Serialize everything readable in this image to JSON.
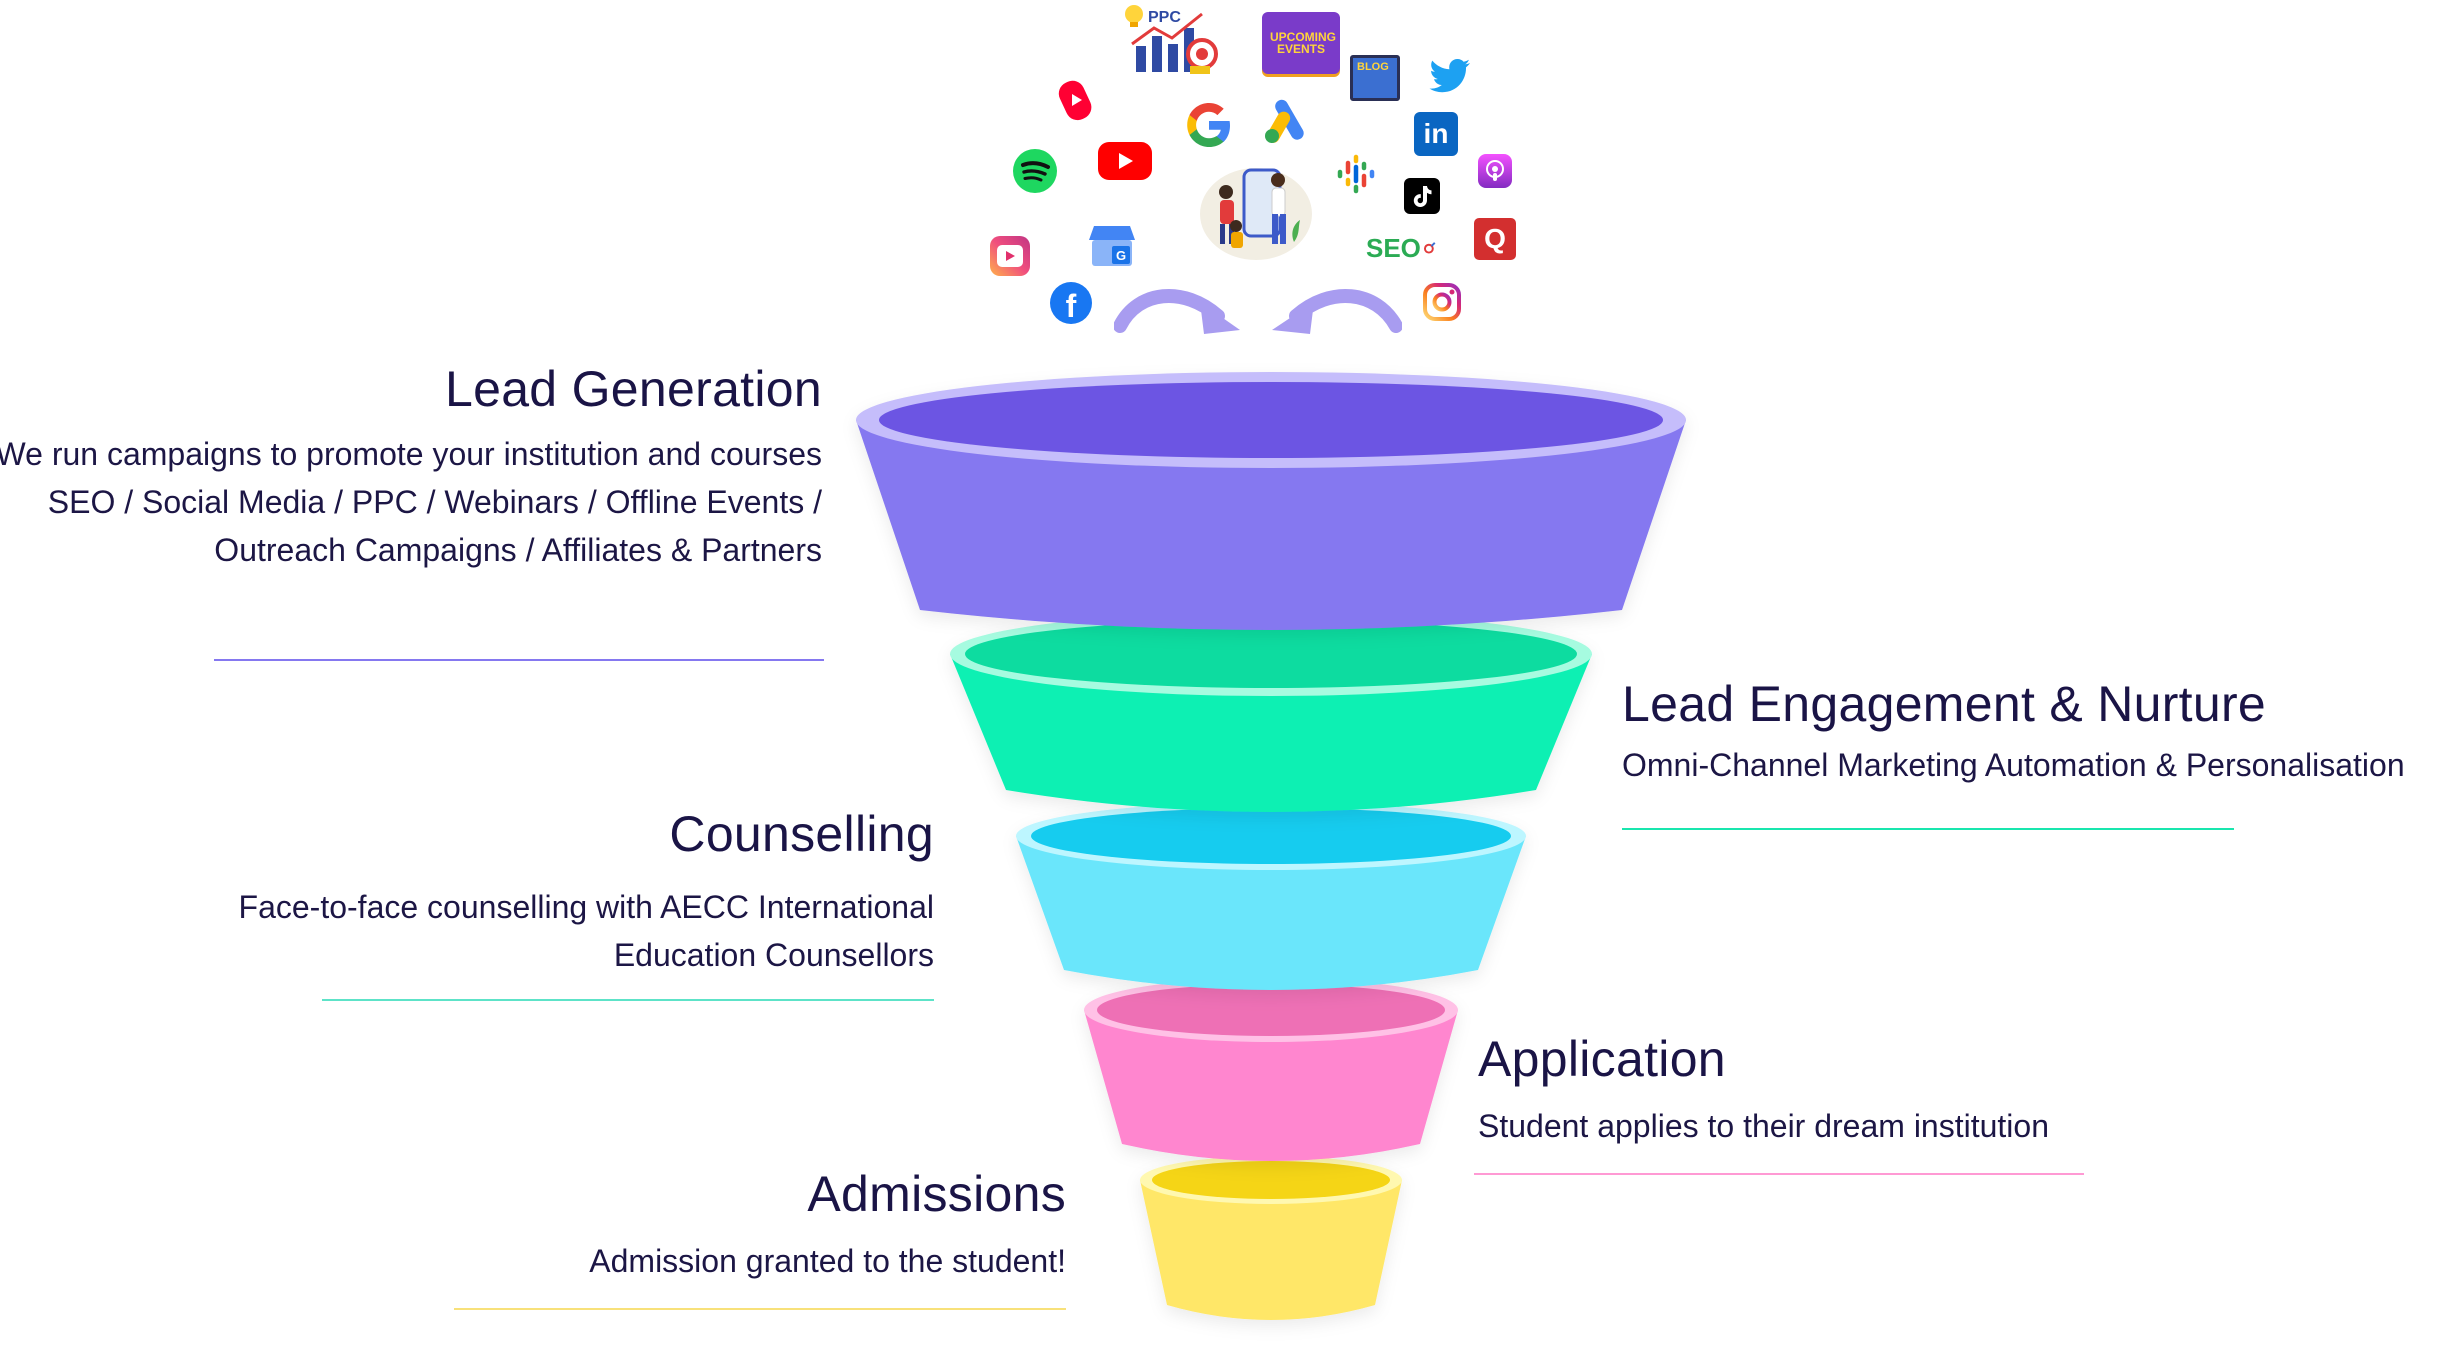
{
  "colors": {
    "heading": "#1a1446",
    "stage_top": "#7b68ee",
    "stage_2": "#19f0b4",
    "stage_3": "#5de3fb",
    "stage_4": "#ff7cc8",
    "stage_5": "#ffe461",
    "arrow": "#a89cf0"
  },
  "icons": {
    "ppc": "PPC",
    "events": "UPCOMING EVENTS",
    "blog": "BLOG",
    "seo": "SEO",
    "quora": "Q",
    "facebook": "f",
    "google": "G",
    "linkedin": "in",
    "names": [
      "ppc-growth-icon",
      "upcoming-events-icon",
      "blog-icon",
      "twitter-icon",
      "youtube-shorts-icon",
      "google-icon",
      "google-ads-icon",
      "linkedin-icon",
      "spotify-icon",
      "youtube-icon",
      "google-podcasts-icon",
      "apple-podcasts-icon",
      "tiktok-icon",
      "seo-icon",
      "quora-icon",
      "instagram-reels-icon",
      "google-my-business-icon",
      "facebook-icon",
      "instagram-icon",
      "people-illustration-icon"
    ]
  },
  "stages": [
    {
      "key": "lead_generation",
      "title": "Lead Generation",
      "lines": [
        "We run campaigns to promote your institution and courses",
        "SEO / Social Media / PPC / Webinars / Offline Events /",
        "Outreach Campaigns / Affiliates & Partners"
      ],
      "side": "left",
      "color": "#7b68ee"
    },
    {
      "key": "lead_engagement",
      "title": "Lead Engagement & Nurture",
      "lines": [
        "Omni-Channel Marketing Automation & Personalisation"
      ],
      "side": "right",
      "color": "#19f0b4"
    },
    {
      "key": "counselling",
      "title": "Counselling",
      "lines": [
        "Face-to-face counselling with AECC International",
        "Education Counsellors"
      ],
      "side": "left",
      "color": "#5de3fb"
    },
    {
      "key": "application",
      "title": "Application",
      "lines": [
        "Student applies to their dream institution"
      ],
      "side": "right",
      "color": "#ff7cc8"
    },
    {
      "key": "admissions",
      "title": "Admissions",
      "lines": [
        "Admission granted to the student!"
      ],
      "side": "left",
      "color": "#ffe461"
    }
  ]
}
